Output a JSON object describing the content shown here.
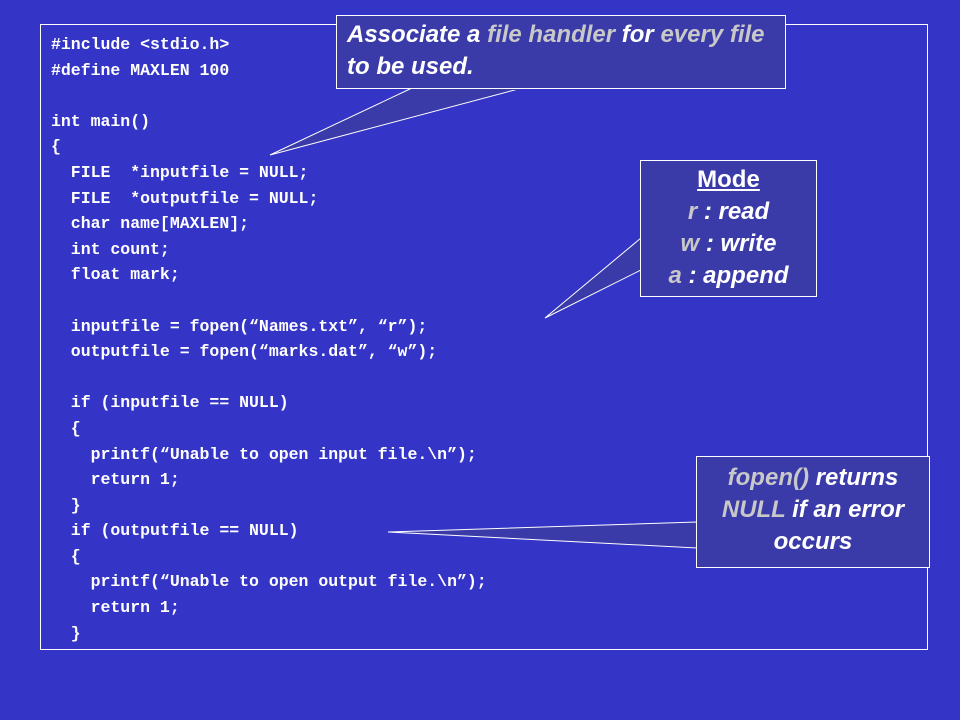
{
  "code": {
    "lines": [
      "#include <stdio.h>",
      "#define MAXLEN 100",
      "",
      "int main()",
      "{",
      "  FILE  *inputfile = NULL;",
      "  FILE  *outputfile = NULL;",
      "  char name[MAXLEN];",
      "  int count;",
      "  float mark;",
      "",
      "  inputfile = fopen(“Names.txt”, “r”);",
      "  outputfile = fopen(“marks.dat”, “w”);",
      "",
      "  if (inputfile == NULL)",
      "  {",
      "    printf(“Unable to open input file.\\n”);",
      "    return 1;",
      "  }",
      "  if (outputfile == NULL)",
      "  {",
      "    printf(“Unable to open output file.\\n”);",
      "    return 1;",
      "  }"
    ]
  },
  "callouts": {
    "file_handler": {
      "part1": "Associate a ",
      "part2": "file handler",
      "part3": " for ",
      "part4": "every file",
      "part5": " to be used."
    },
    "mode": {
      "title": "Mode",
      "rows": [
        {
          "letter": "r",
          "text": " : read"
        },
        {
          "letter": "w",
          "text": " : write"
        },
        {
          "letter": "a",
          "text": " : append"
        }
      ]
    },
    "fopen_null": {
      "part1": "fopen()",
      "part2": " returns",
      "part3": "NULL",
      "part4": " if an error occurs"
    }
  },
  "colors": {
    "background": "#3434c6",
    "callout_fill": "#3a3aa8",
    "text": "#ffffff",
    "accent_text": "#c8c8c8"
  }
}
